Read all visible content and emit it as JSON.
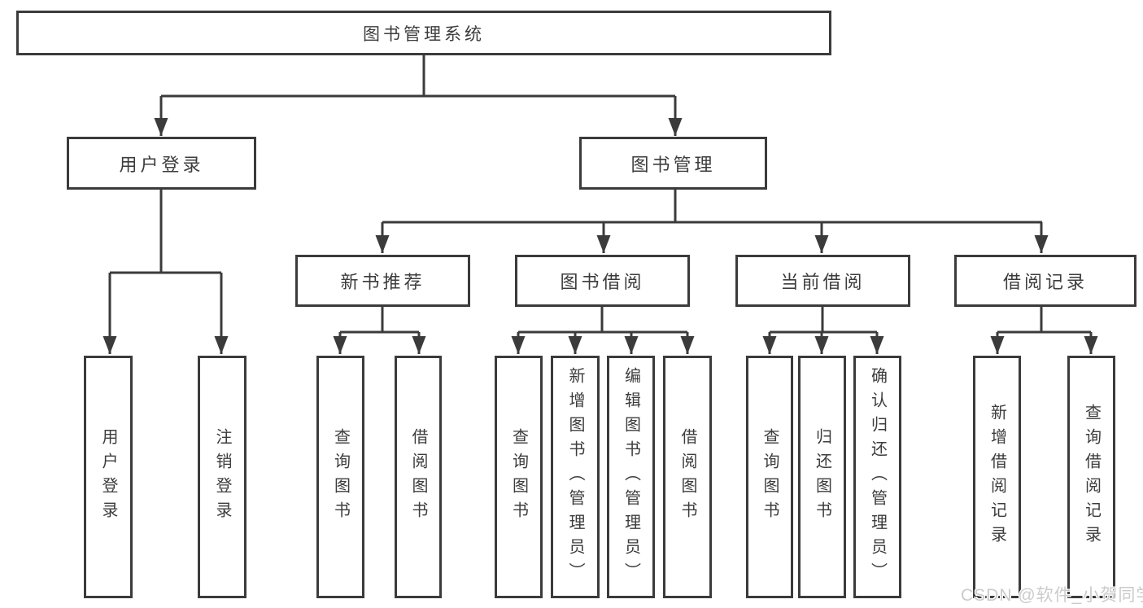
{
  "colors": {
    "line": "#3b3b3b",
    "text": "#3c3c3c",
    "background": "#ffffff",
    "watermark": "#cbcbcb"
  },
  "watermark": {
    "text": "CSDN @软件_小贺同学"
  },
  "tree": {
    "root": {
      "label": "图书管理系统"
    },
    "level2": [
      {
        "label": "用户登录",
        "children": [
          {
            "label": "用户登录"
          },
          {
            "label": "注销登录"
          }
        ]
      },
      {
        "label": "图书管理",
        "children": [
          {
            "label": "新书推荐",
            "children": [
              {
                "label": "查询图书"
              },
              {
                "label": "借阅图书"
              }
            ]
          },
          {
            "label": "图书借阅",
            "children": [
              {
                "label": "查询图书"
              },
              {
                "label": "新增图书（管理员）"
              },
              {
                "label": "编辑图书（管理员）"
              },
              {
                "label": "借阅图书"
              }
            ]
          },
          {
            "label": "当前借阅",
            "children": [
              {
                "label": "查询图书"
              },
              {
                "label": "归还图书"
              },
              {
                "label": "确认归还（管理员）"
              }
            ]
          },
          {
            "label": "借阅记录",
            "children": [
              {
                "label": "新增借阅记录"
              },
              {
                "label": "查询借阅记录"
              }
            ]
          }
        ]
      }
    ]
  }
}
